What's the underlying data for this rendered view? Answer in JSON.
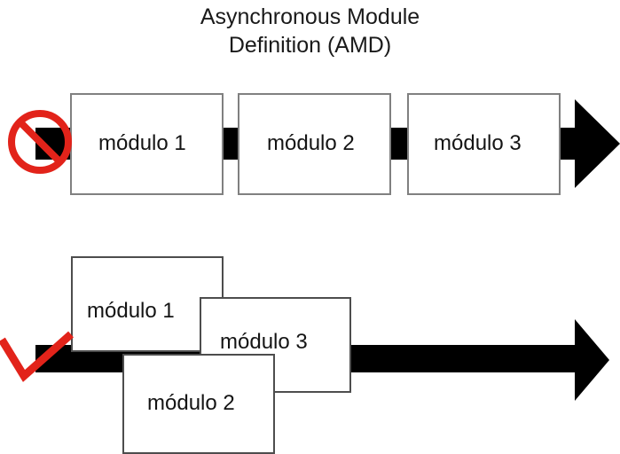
{
  "title": {
    "line1": "Asynchronous Module",
    "line2": "Definition (AMD)"
  },
  "colors": {
    "red": "#e2231a",
    "black": "#000000",
    "box_border": "#808080",
    "box_fill": "#ffffff",
    "text": "#141414",
    "background": "#ffffff"
  },
  "rows": [
    {
      "id": "synchronous-row",
      "marker": "no-entry-icon",
      "marker_meaning": "not allowed",
      "arrow_style": "segmented",
      "modules": [
        {
          "label": "módulo 1"
        },
        {
          "label": "módulo 2"
        },
        {
          "label": "módulo 3"
        }
      ]
    },
    {
      "id": "asynchronous-row",
      "marker": "check-icon",
      "marker_meaning": "allowed",
      "arrow_style": "continuous",
      "modules": [
        {
          "label": "módulo 1"
        },
        {
          "label": "módulo 3"
        },
        {
          "label": "módulo 2"
        }
      ]
    }
  ]
}
